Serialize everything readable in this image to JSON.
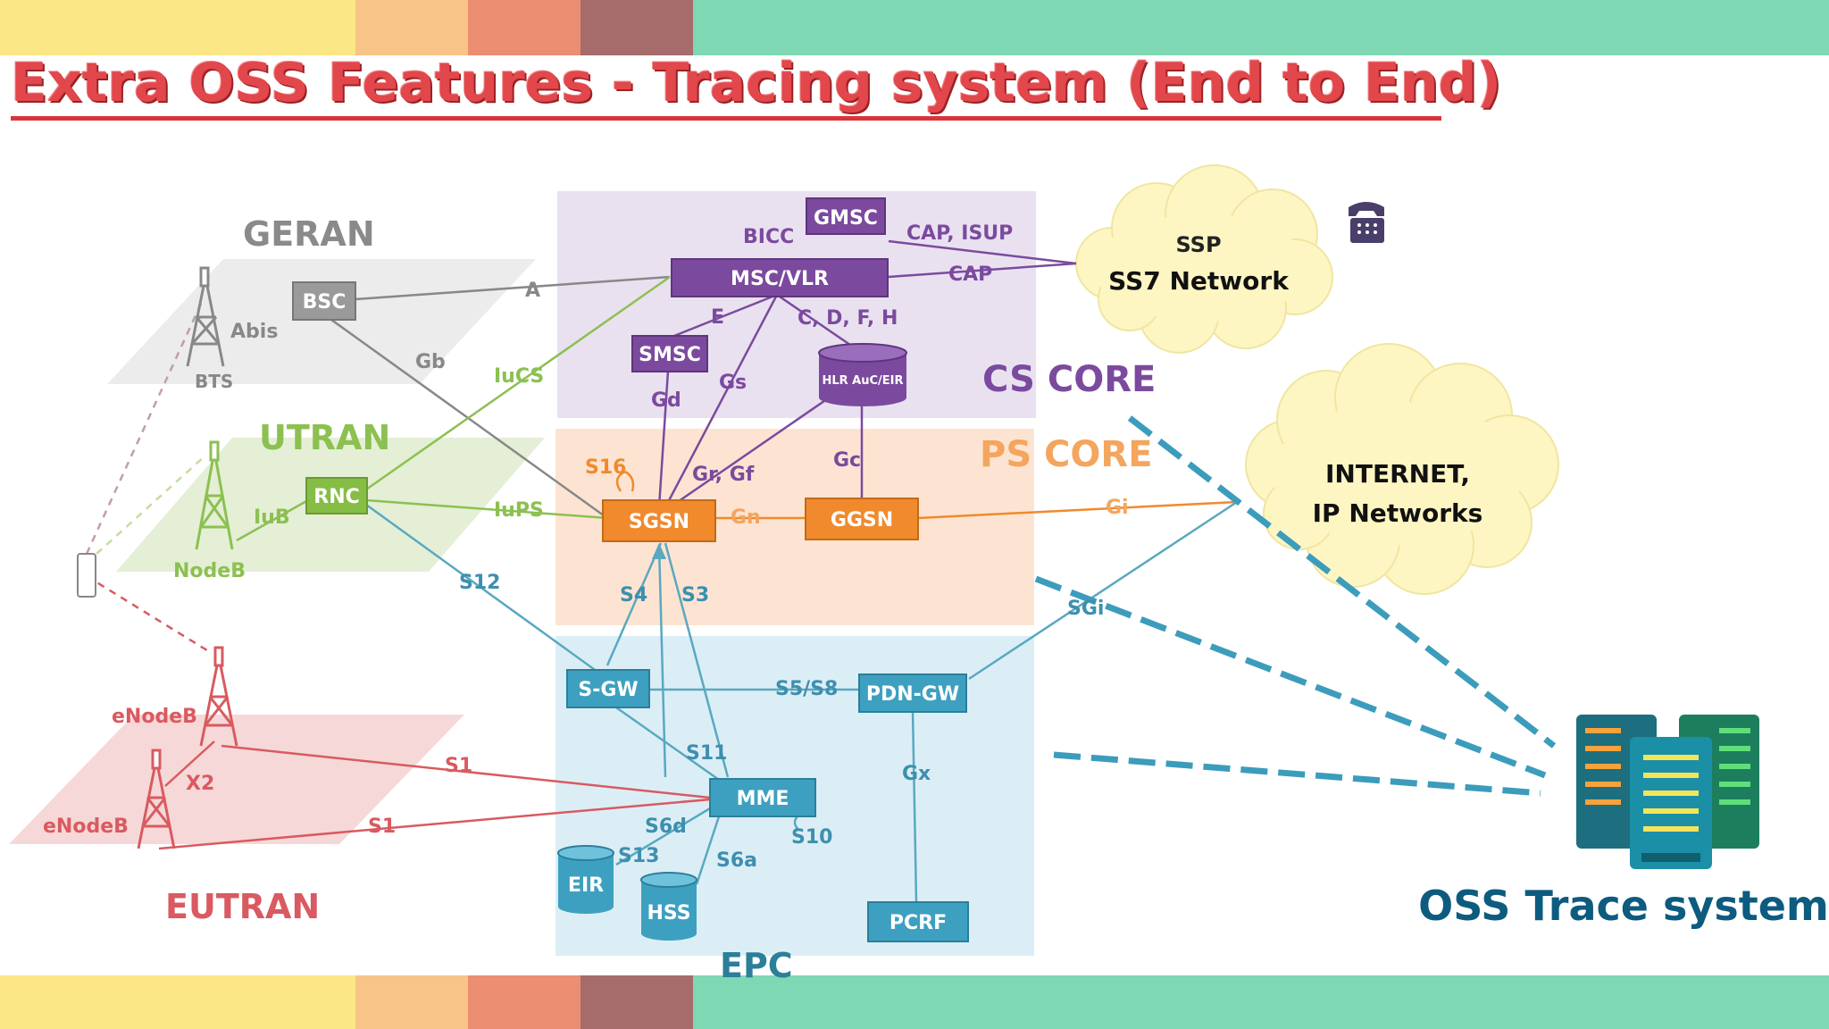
{
  "title": "Extra OSS Features - Tracing system (End to End)",
  "colors": {
    "bar_segments": [
      "#fce786",
      "#f8c487",
      "#ec8e72",
      "#a66b6b",
      "#7dd8b3"
    ],
    "title": "#e2474b",
    "cs": "#7b4a9e",
    "ps": "#f08a2c",
    "epc": "#3ea0c0",
    "utran": "#8cc051",
    "geran": "#999999",
    "eutran": "#d95a60",
    "oss": "#0d5b7f"
  },
  "regions": {
    "geran": "GERAN",
    "utran": "UTRAN",
    "eutran": "EUTRAN",
    "cs_core": "CS CORE",
    "ps_core": "PS CORE",
    "epc": "EPC"
  },
  "nodes": {
    "bsc": "BSC",
    "bts": "BTS",
    "rnc": "RNC",
    "nodeb": "NodeB",
    "enodeb1": "eNodeB",
    "enodeb2": "eNodeB",
    "gmsc": "GMSC",
    "msc_vlr": "MSC/VLR",
    "smsc": "SMSC",
    "hlr": "HLR AuC/EIR",
    "sgsn": "SGSN",
    "ggsn": "GGSN",
    "sgw": "S-GW",
    "pdngw": "PDN-GW",
    "mme": "MME",
    "eir": "EIR",
    "hss": "HSS",
    "pcrf": "PCRF"
  },
  "interfaces": {
    "abis": "Abis",
    "a": "A",
    "gb": "Gb",
    "iucs": "IuCS",
    "iub": "IuB",
    "iups": "IuPS",
    "s12": "S12",
    "bicc": "BICC",
    "cap_isup": "CAP, ISUP",
    "cap": "CAP",
    "e": "E",
    "cdfh": "C, D, F, H",
    "gd": "Gd",
    "gs": "Gs",
    "gc": "Gc",
    "grgf": "Gr, Gf",
    "s16": "S16",
    "gn": "Gn",
    "gi": "Gi",
    "s4": "S4",
    "s3": "S3",
    "sgi": "SGi",
    "s5s8": "S5/S8",
    "s11": "S11",
    "gx": "Gx",
    "s1a": "S1",
    "s1b": "S1",
    "x2": "X2",
    "s6d": "S6d",
    "s10": "S10",
    "s13": "S13",
    "s6a": "S6a"
  },
  "clouds": {
    "ss7_top": "SSP",
    "ss7_main": "SS7 Network",
    "internet_l1": "INTERNET,",
    "internet_l2": "IP Networks"
  },
  "icons": {
    "phone": "telephone-icon",
    "servers": "server-rack-icon"
  },
  "oss_label": "OSS Trace system"
}
